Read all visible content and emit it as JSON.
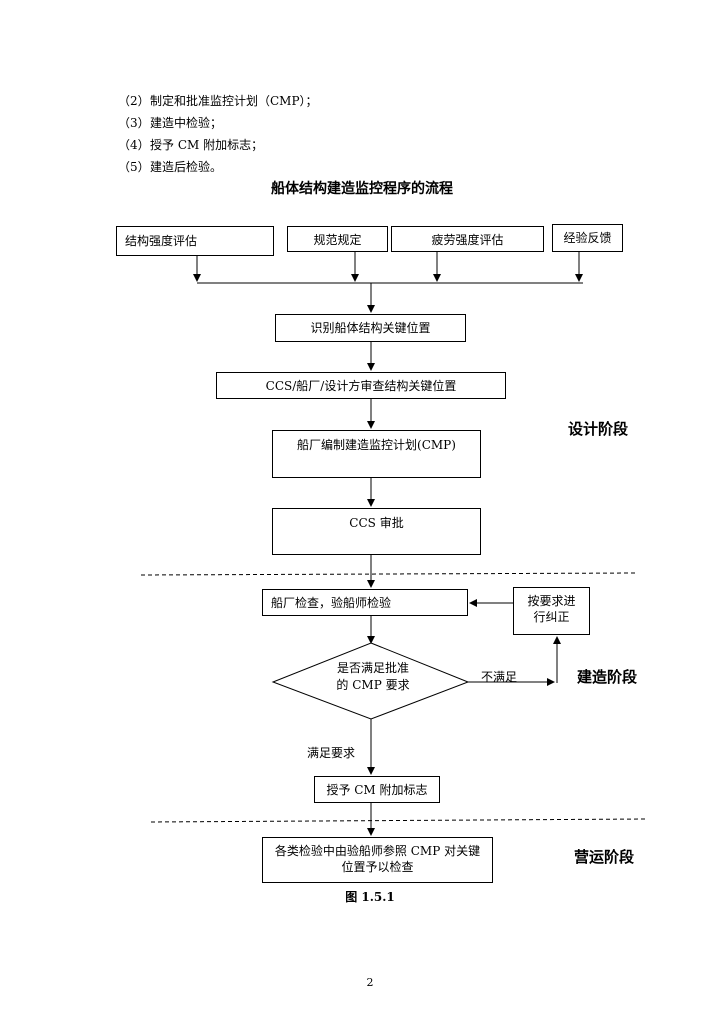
{
  "intro": [
    {
      "num": "（2）",
      "text": "制定和批准监控计划（CMP）；"
    },
    {
      "num": "（3）",
      "text": "建造中检验；"
    },
    {
      "num": "（4）",
      "text": "授予 CM 附加标志；"
    },
    {
      "num": "（5）",
      "text": "建造后检验。"
    }
  ],
  "chart_title": "船体结构建造监控程序的流程",
  "inputs": [
    "结构强度评估",
    "规范规定",
    "疲劳强度评估",
    "经验反馈"
  ],
  "steps": {
    "identify": "识别船体结构关键位置",
    "review": "CCS/船厂/设计方审查结构关键位置",
    "plan": "船厂编制建造监控计划(CMP)",
    "approve": "CCS 审批",
    "inspect": "船厂检查，验船师检验",
    "correct_line1": "按要求进",
    "correct_line2": "行纠正",
    "decision_line1": "是否满足批准",
    "decision_line2": "的 CMP 要求",
    "grant": "授予 CM 附加标志",
    "ops_line1": "各类检验中由验船师参照 CMP 对关键",
    "ops_line2": "位置予以检查"
  },
  "labels": {
    "not_met": "不满足",
    "met": "满足要求"
  },
  "stages": {
    "design": "设计阶段",
    "build": "建造阶段",
    "operate": "营运阶段"
  },
  "caption": "图 1.5.1",
  "page_number": "2"
}
